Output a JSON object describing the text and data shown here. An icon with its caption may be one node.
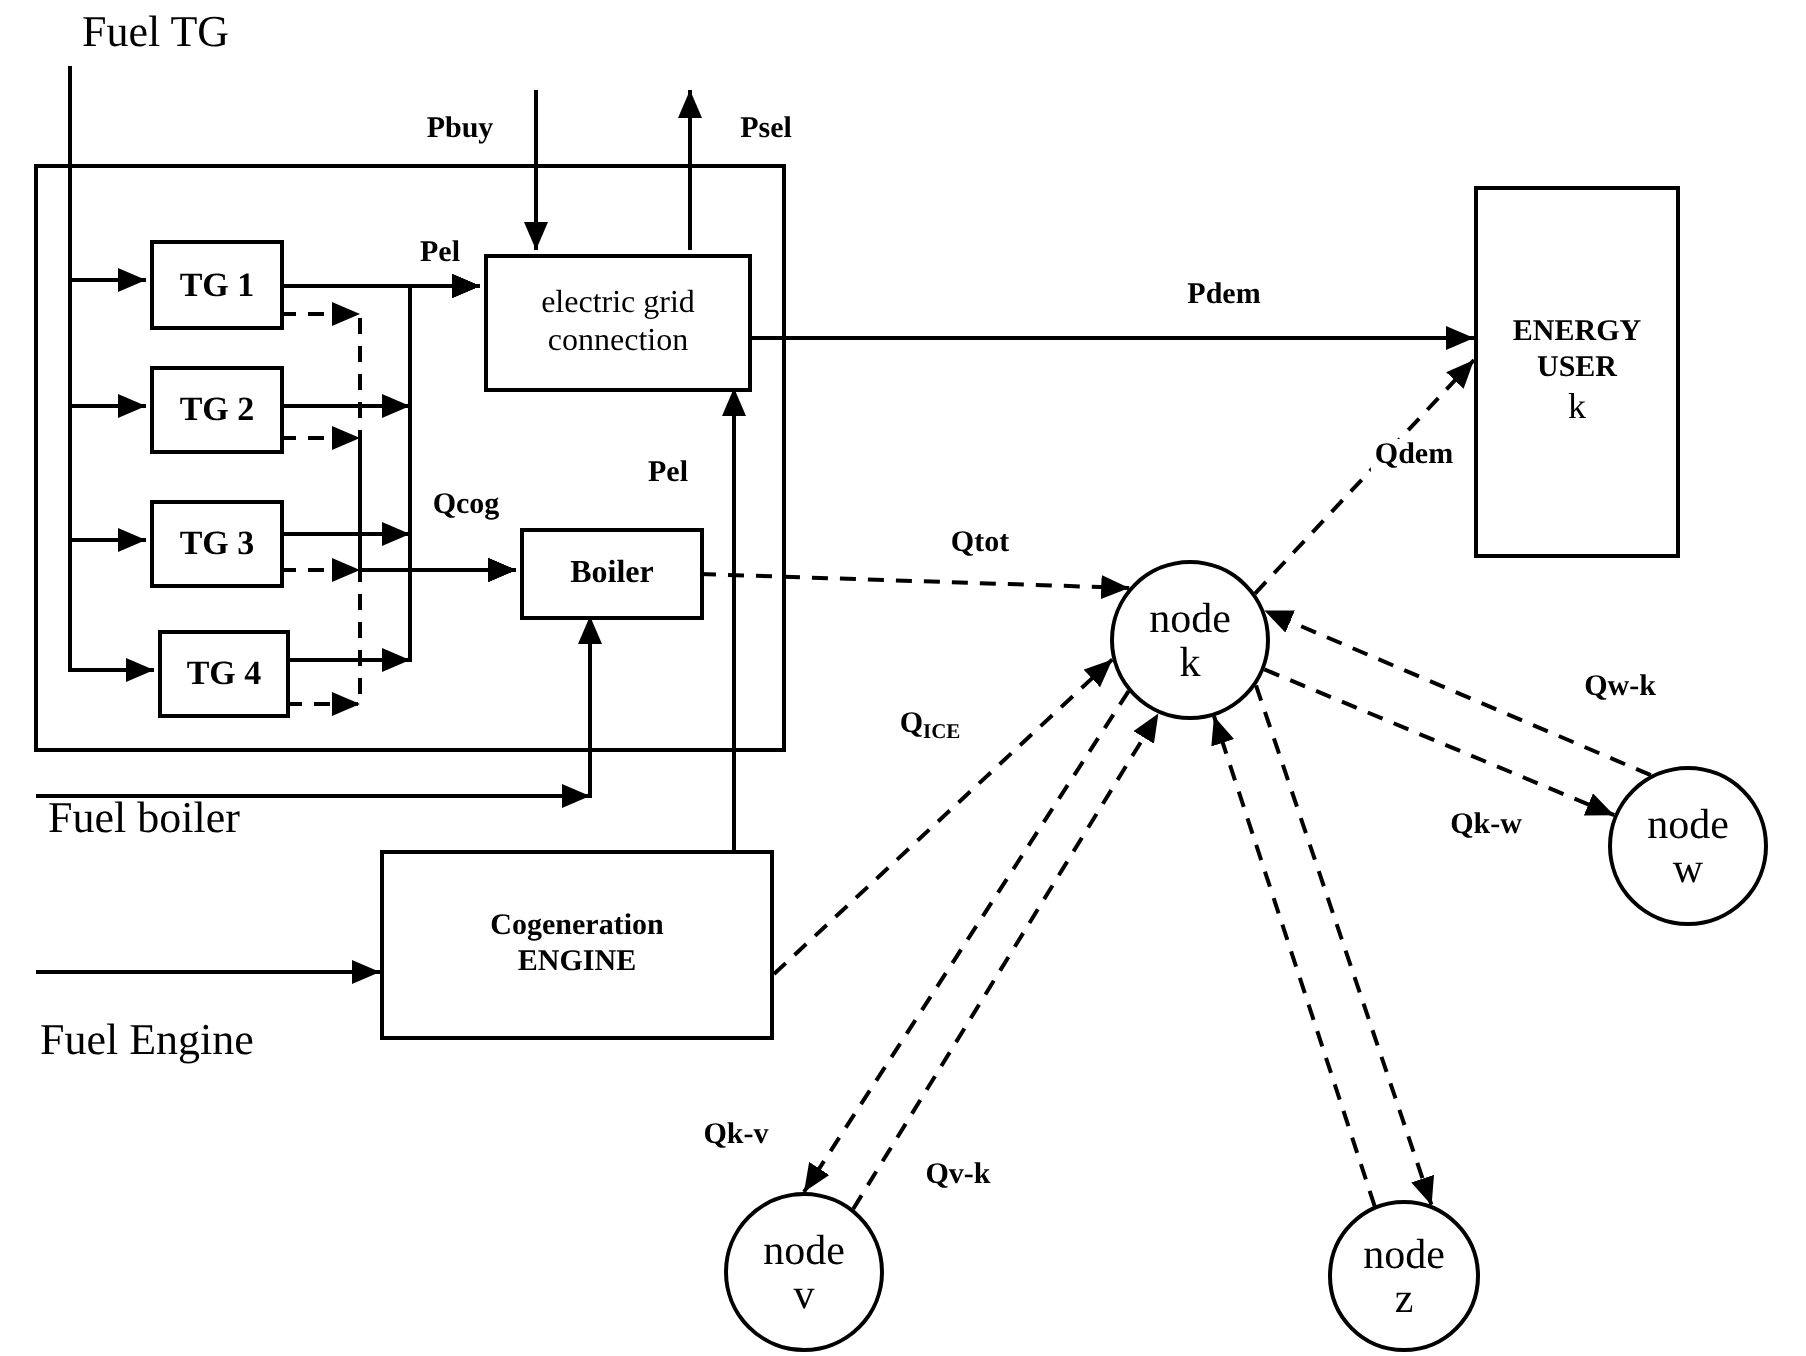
{
  "diagram": {
    "nodes": [
      {
        "text": [],
        "shape": "box"
      },
      {
        "text": [
          "Fuel TG"
        ]
      },
      {
        "text": [
          "TG 1"
        ],
        "in": 0
      },
      {
        "text": [
          "TG 2"
        ],
        "in": 0
      },
      {
        "text": [
          "TG 3"
        ],
        "in": 0
      },
      {
        "text": [
          "TG 4"
        ],
        "in": 0
      },
      {
        "text": [
          "electric grid connection"
        ],
        "in": 0
      },
      {
        "text": [
          "Boiler"
        ],
        "in": 0
      },
      {
        "text": [
          "ENERGY USER",
          "k"
        ]
      },
      {
        "text": [
          "Fuel boiler"
        ]
      },
      {
        "text": [
          "Cogeneration ENGINE"
        ]
      },
      {
        "text": [
          "Fuel Engine"
        ]
      },
      {
        "text": [
          "node k"
        ]
      },
      {
        "text": [
          "node w"
        ]
      },
      {
        "text": [
          "node v"
        ]
      },
      {
        "text": [
          "node z"
        ]
      }
    ],
    "edges": [
      {
        "from": 1,
        "to": 2,
        "arrow": "to"
      },
      {
        "from": 1,
        "to": 3,
        "arrow": "to"
      },
      {
        "from": 1,
        "to": 4,
        "arrow": "to"
      },
      {
        "from": 1,
        "to": 5,
        "arrow": "to"
      },
      {
        "from": 2,
        "to": 6,
        "arrow": "to",
        "label": "Pel"
      },
      {
        "from": 3,
        "to": 6,
        "arrow": "to"
      },
      {
        "from": 4,
        "to": 6,
        "arrow": "to"
      },
      {
        "from": 5,
        "to": 6,
        "arrow": "to"
      },
      {
        "from": 2,
        "to": 7,
        "arrow": "to",
        "style": "dashed"
      },
      {
        "from": 3,
        "to": 7,
        "arrow": "to",
        "style": "dashed"
      },
      {
        "from": 4,
        "to": 7,
        "arrow": "to",
        "style": "dashed",
        "label": "Qcog"
      },
      {
        "from": 5,
        "to": 7,
        "arrow": "to",
        "style": "dashed"
      },
      {
        "from": null,
        "to": 6,
        "arrow": "to",
        "label": "Pbuy"
      },
      {
        "from": 6,
        "to": null,
        "arrow": "to",
        "label": "Psel"
      },
      {
        "from": 6,
        "to": 8,
        "arrow": "to",
        "label": "Pdem"
      },
      {
        "from": 9,
        "to": 7,
        "arrow": "to"
      },
      {
        "from": 11,
        "to": 10,
        "arrow": "to"
      },
      {
        "from": 10,
        "to": 6,
        "arrow": "to",
        "label": "Pel"
      },
      {
        "from": 7,
        "to": 12,
        "arrow": "to",
        "style": "dashed",
        "label": "Qtot"
      },
      {
        "from": 12,
        "to": 8,
        "arrow": "to",
        "style": "dashed",
        "label": "Qdem"
      },
      {
        "from": 10,
        "to": 12,
        "arrow": "to",
        "style": "dashed",
        "label": "Q$_{ICE}$"
      },
      {
        "from": 12,
        "to": 14,
        "arrow": "to",
        "style": "dashed",
        "label": "Qk-v"
      },
      {
        "from": 14,
        "to": 12,
        "arrow": "to",
        "style": "dashed",
        "label": "Qv-k"
      },
      {
        "from": 15,
        "to": 12,
        "arrow": "to",
        "style": "dashed"
      },
      {
        "from": 12,
        "to": 15,
        "arrow": "to",
        "style": "dashed"
      },
      {
        "from": 13,
        "to": 12,
        "arrow": "to",
        "style": "dashed",
        "label": "Qw-k"
      },
      {
        "from": 12,
        "to": 13,
        "arrow": "to",
        "style": "dashed",
        "label": "Qk-w"
      }
    ]
  }
}
